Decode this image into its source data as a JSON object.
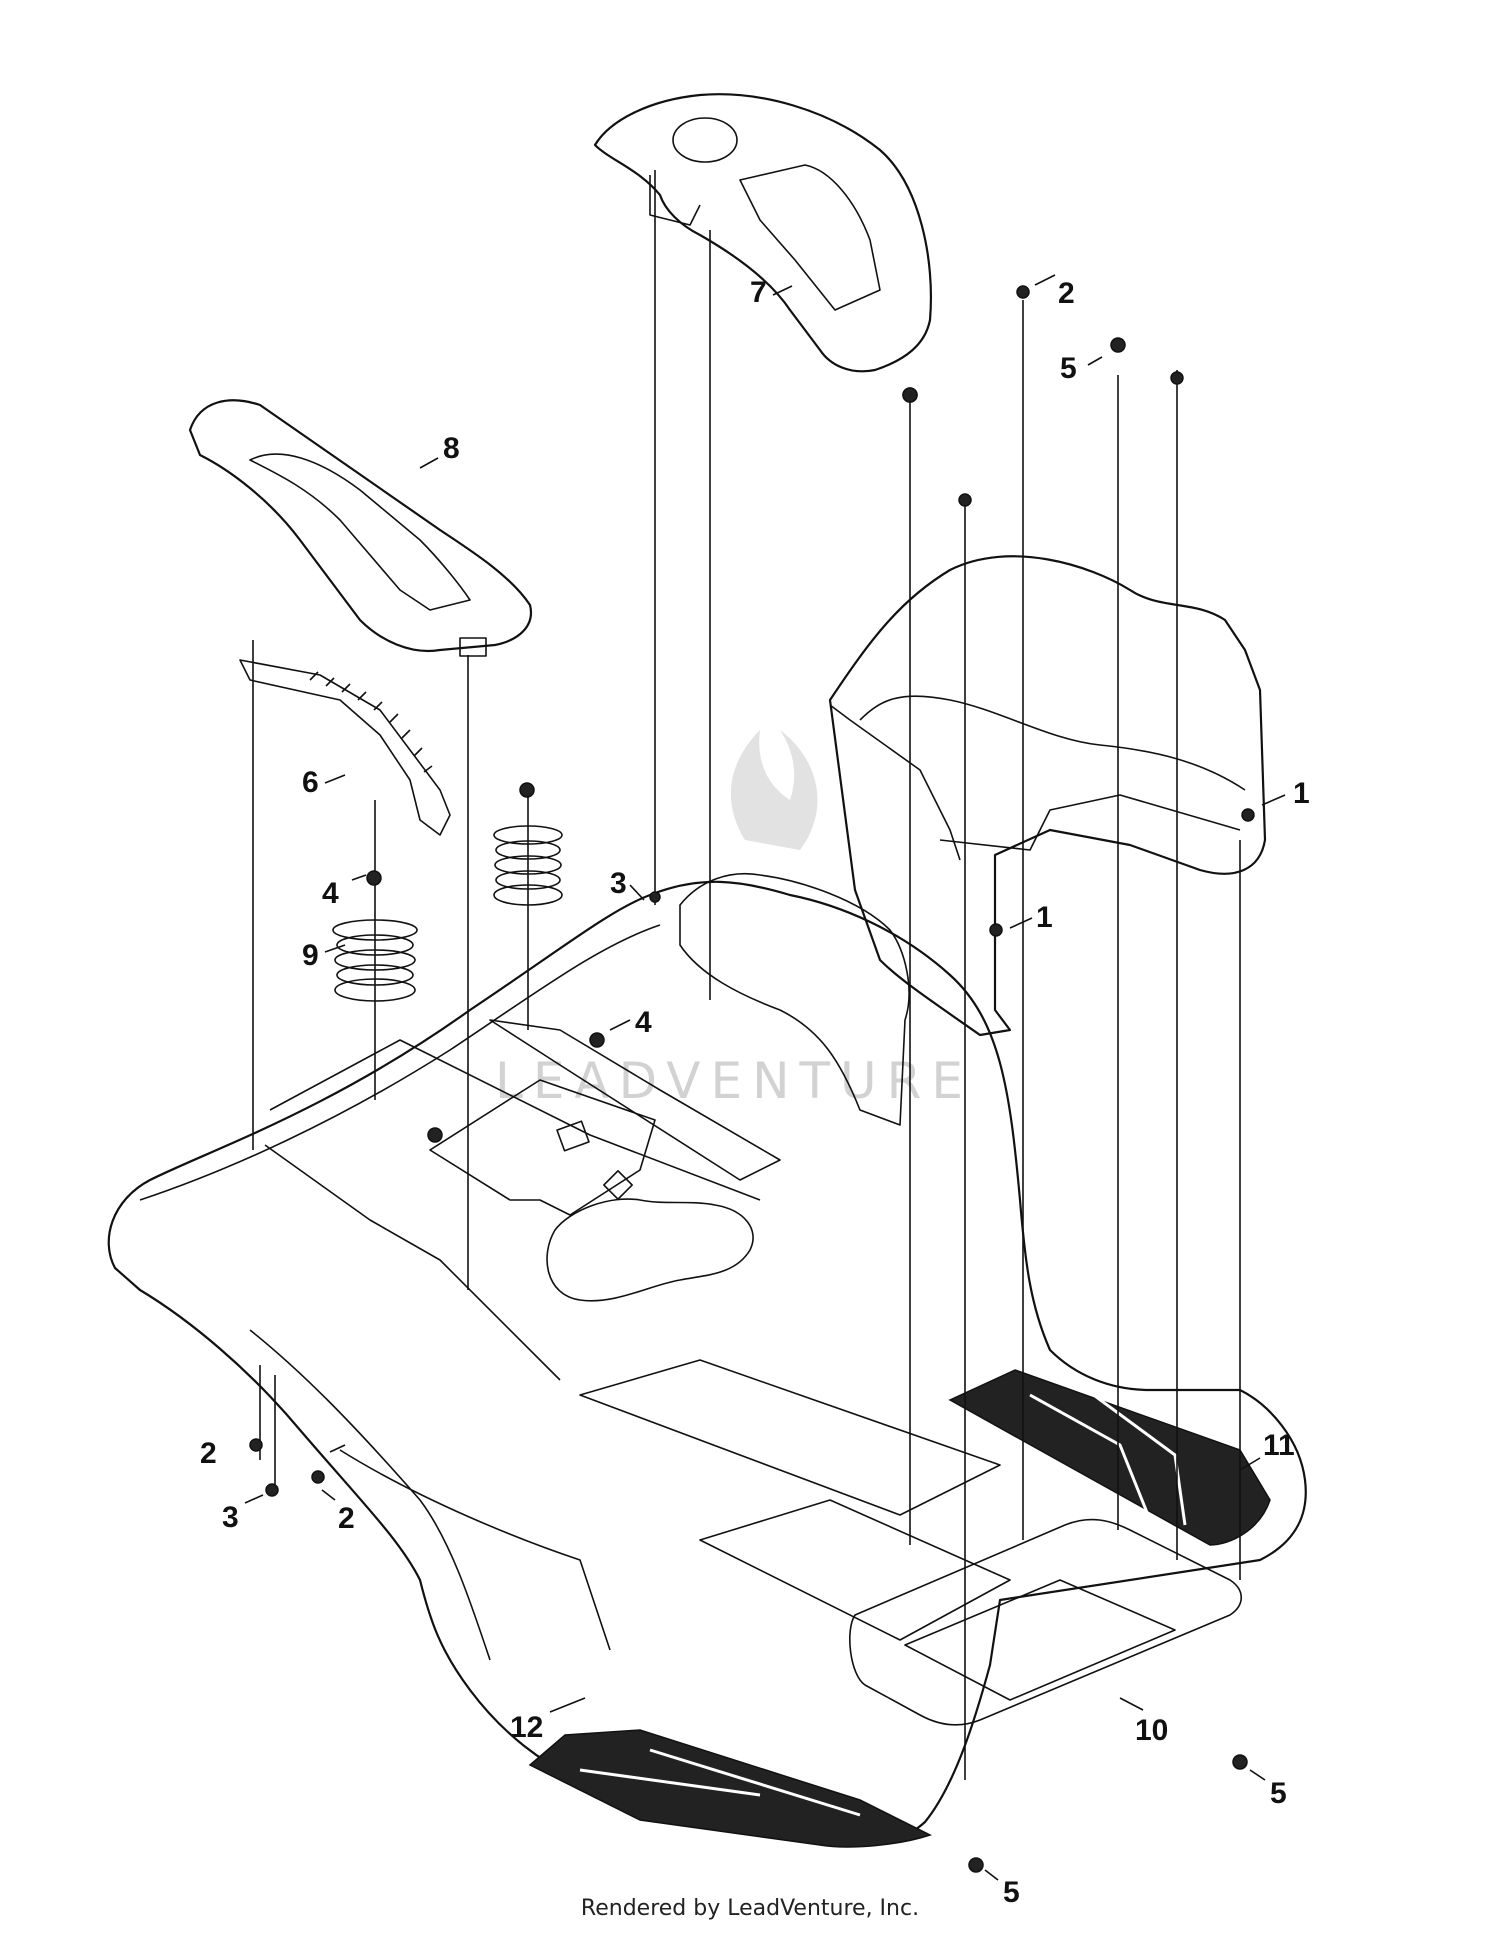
{
  "diagram": {
    "callouts": [
      {
        "id": "c1a",
        "text": "1"
      },
      {
        "id": "c1b",
        "text": "1"
      },
      {
        "id": "c2a",
        "text": "2"
      },
      {
        "id": "c2b",
        "text": "2"
      },
      {
        "id": "c2c",
        "text": "2"
      },
      {
        "id": "c3a",
        "text": "3"
      },
      {
        "id": "c3b",
        "text": "3"
      },
      {
        "id": "c4a",
        "text": "4"
      },
      {
        "id": "c4b",
        "text": "4"
      },
      {
        "id": "c5a",
        "text": "5"
      },
      {
        "id": "c5b",
        "text": "5"
      },
      {
        "id": "c5c",
        "text": "5"
      },
      {
        "id": "c6",
        "text": "6"
      },
      {
        "id": "c7",
        "text": "7"
      },
      {
        "id": "c8",
        "text": "8"
      },
      {
        "id": "c9",
        "text": "9"
      },
      {
        "id": "c10",
        "text": "10"
      },
      {
        "id": "c11",
        "text": "11"
      },
      {
        "id": "c12",
        "text": "12"
      }
    ],
    "watermark": "LEADVENTURE"
  },
  "footer": {
    "text": "Rendered by LeadVenture, Inc."
  }
}
